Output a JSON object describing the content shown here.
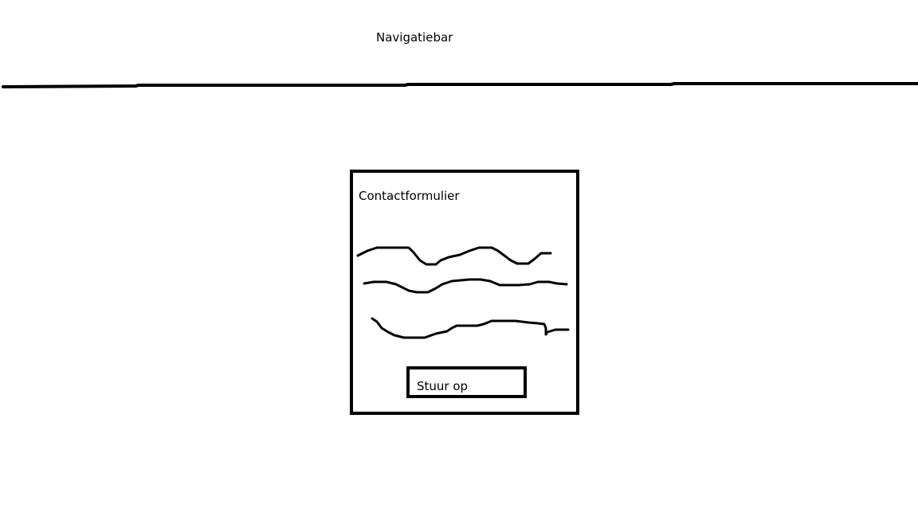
{
  "navbar": {
    "label": "Navigatiebar"
  },
  "contact_form": {
    "title": "Contactformulier",
    "fields": [
      {
        "name": "field-1",
        "depiction": "hand-drawn scribble"
      },
      {
        "name": "field-2",
        "depiction": "hand-drawn scribble"
      },
      {
        "name": "field-3",
        "depiction": "hand-drawn scribble"
      }
    ],
    "submit_label": "Stuur op"
  },
  "colors": {
    "ink": "#000000",
    "background": "#ffffff"
  }
}
